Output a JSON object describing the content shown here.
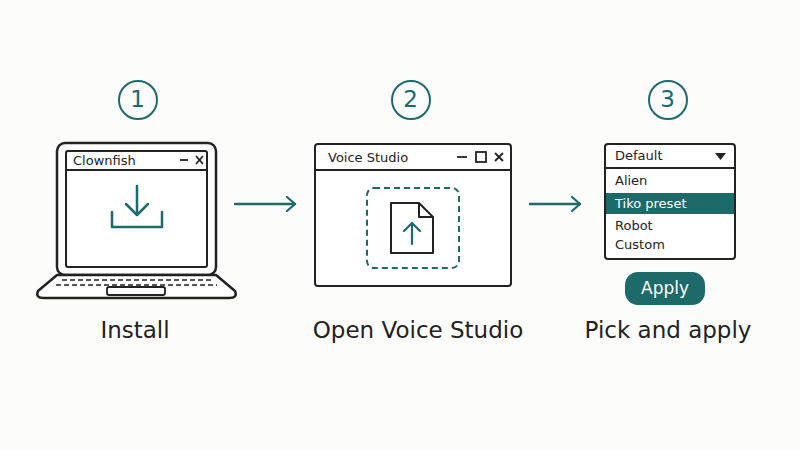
{
  "diagram": {
    "nodes": [
      {
        "text": [
          "1"
        ]
      },
      {
        "text": [
          "2"
        ]
      },
      {
        "text": [
          "3"
        ]
      },
      {
        "text": [
          "Clownfish"
        ]
      },
      {
        "text": [
          "Voice Studio"
        ]
      },
      {
        "text": [
          "Default",
          "Alien",
          "Robot",
          "Custom"
        ]
      },
      {
        "text": [
          "Tiko preset"
        ],
        "in": 5
      },
      {
        "text": [
          "Apply"
        ]
      }
    ],
    "edges": [
      {
        "from": 3,
        "to": 4,
        "arrow": "to"
      },
      {
        "from": 4,
        "to": 5,
        "arrow": "to"
      }
    ],
    "labels": [
      "Install",
      "Open Voice Studio",
      "Pick and apply"
    ]
  }
}
